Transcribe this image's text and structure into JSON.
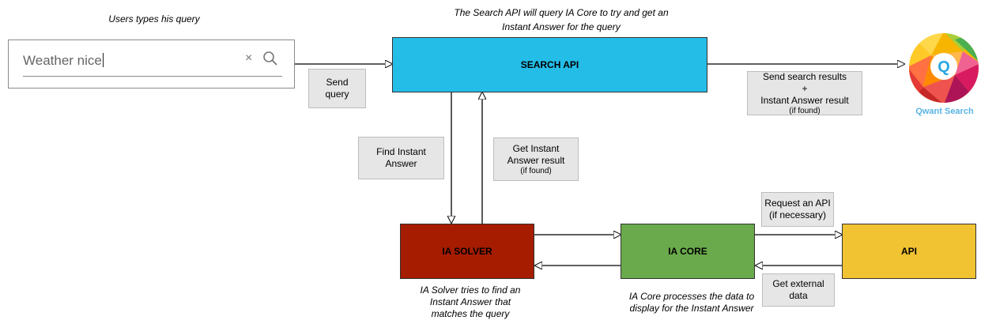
{
  "captions": {
    "user_query": "Users types his query",
    "search_api_line1": "The Search API will query IA Core to try and get an",
    "search_api_line2": "Instant Answer for the query",
    "solver_line1": "IA Solver tries to find an",
    "solver_line2": "Instant Answer that",
    "solver_line3": "matches the query",
    "core_line1": "IA Core processes the data to",
    "core_line2": "display for the Instant Answer"
  },
  "search_box": {
    "value": "Weather nice",
    "clear_icon": "close-icon",
    "search_icon": "search-icon"
  },
  "boxes": {
    "search_api": "SEARCH API",
    "ia_solver": "IA SOLVER",
    "ia_core": "IA CORE",
    "api": "API"
  },
  "notes": {
    "send_query_l1": "Send",
    "send_query_l2": "query",
    "send_results_l1": "Send search results",
    "send_results_l2": "+",
    "send_results_l3": "Instant Answer result",
    "send_results_l4": "(if found)",
    "find_ia_l1": "Find Instant",
    "find_ia_l2": "Answer",
    "get_ia_l1": "Get Instant",
    "get_ia_l2": "Answer result",
    "get_ia_l3": "(if found)",
    "request_api_l1": "Request an API",
    "request_api_l2": "(if necessary)",
    "external_l1": "Get external",
    "external_l2": "data"
  },
  "logo": {
    "label": "Qwant Search",
    "letter": "Q"
  },
  "colors": {
    "search_api": "#24bde8",
    "ia_solver": "#a51c00",
    "ia_core": "#6aaa4c",
    "api": "#f1c232",
    "note_bg": "#e6e6e6",
    "logo_text": "#5ab4e5"
  }
}
